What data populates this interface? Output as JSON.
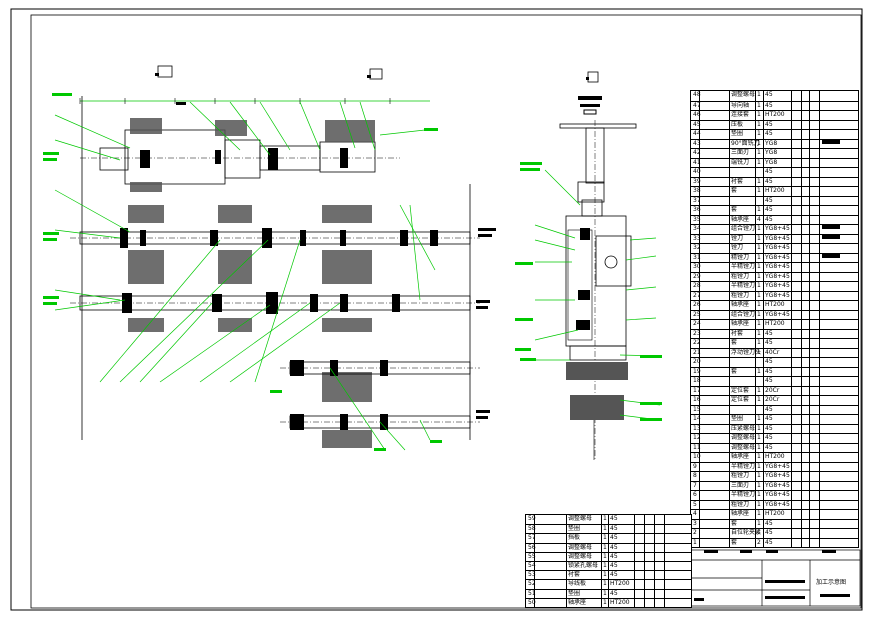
{
  "drawing": {
    "title_block_text": "加工示意图",
    "colors": {
      "line": "#000000",
      "leader": "#00c800",
      "label": "#00c800",
      "hatch": "#555555",
      "fill_dark": "#000000"
    }
  },
  "bom_right": [
    {
      "no": "48",
      "name": "调整螺母",
      "qty": "1",
      "mat": "45"
    },
    {
      "no": "47",
      "name": "导向轴",
      "qty": "1",
      "mat": "45"
    },
    {
      "no": "46",
      "name": "连接套",
      "qty": "1",
      "mat": "HT200"
    },
    {
      "no": "45",
      "name": "压板",
      "qty": "1",
      "mat": "45"
    },
    {
      "no": "44",
      "name": "垫圈",
      "qty": "1",
      "mat": "45"
    },
    {
      "no": "43",
      "name": "90°面铣刀",
      "qty": "1",
      "mat": "YG8"
    },
    {
      "no": "42",
      "name": "三面刃",
      "qty": "1",
      "mat": "YG8"
    },
    {
      "no": "41",
      "name": "端铣刀",
      "qty": "1",
      "mat": "YG8"
    },
    {
      "no": "40",
      "name": "",
      "qty": "",
      "mat": "45"
    },
    {
      "no": "39",
      "name": "衬套",
      "qty": "1",
      "mat": "45"
    },
    {
      "no": "38",
      "name": "套",
      "qty": "1",
      "mat": "HT200"
    },
    {
      "no": "37",
      "name": "",
      "qty": "",
      "mat": "45"
    },
    {
      "no": "36",
      "name": "套",
      "qty": "1",
      "mat": "45"
    },
    {
      "no": "35",
      "name": "轴承座",
      "qty": "4",
      "mat": "45"
    },
    {
      "no": "34",
      "name": "组合镗刀",
      "qty": "1",
      "mat": "YG8+45"
    },
    {
      "no": "33",
      "name": "镗刀",
      "qty": "1",
      "mat": "YG8+45"
    },
    {
      "no": "32",
      "name": "镗刀",
      "qty": "1",
      "mat": "YG8+45"
    },
    {
      "no": "31",
      "name": "精镗刀",
      "qty": "1",
      "mat": "YG8+45"
    },
    {
      "no": "30",
      "name": "半精镗刀",
      "qty": "1",
      "mat": "YG8+45"
    },
    {
      "no": "29",
      "name": "粗镗刀",
      "qty": "1",
      "mat": "YG8+45"
    },
    {
      "no": "28",
      "name": "半精镗刀",
      "qty": "1",
      "mat": "YG8+45"
    },
    {
      "no": "27",
      "name": "粗镗刀",
      "qty": "1",
      "mat": "YG8+45"
    },
    {
      "no": "26",
      "name": "轴承座",
      "qty": "1",
      "mat": "HT200"
    },
    {
      "no": "25",
      "name": "组合镗刀",
      "qty": "1",
      "mat": "YG8+45"
    },
    {
      "no": "24",
      "name": "轴承座",
      "qty": "1",
      "mat": "HT200"
    },
    {
      "no": "23",
      "name": "衬套",
      "qty": "1",
      "mat": "45"
    },
    {
      "no": "22",
      "name": "套",
      "qty": "1",
      "mat": "45"
    },
    {
      "no": "21",
      "name": "浮动镗刀头",
      "qty": "1",
      "mat": "40Cr"
    },
    {
      "no": "20",
      "name": "",
      "qty": "",
      "mat": "45"
    },
    {
      "no": "19",
      "name": "套",
      "qty": "1",
      "mat": "45"
    },
    {
      "no": "18",
      "name": "",
      "qty": "",
      "mat": "45"
    },
    {
      "no": "17",
      "name": "定位套",
      "qty": "1",
      "mat": "20Cr"
    },
    {
      "no": "16",
      "name": "定位套",
      "qty": "1",
      "mat": "20Cr"
    },
    {
      "no": "15",
      "name": "",
      "qty": "",
      "mat": "45"
    },
    {
      "no": "14",
      "name": "垫圈",
      "qty": "1",
      "mat": "45"
    },
    {
      "no": "13",
      "name": "压紧螺母",
      "qty": "1",
      "mat": "45"
    },
    {
      "no": "12",
      "name": "调整螺母",
      "qty": "1",
      "mat": "45"
    },
    {
      "no": "11",
      "name": "调整螺母",
      "qty": "1",
      "mat": "45"
    },
    {
      "no": "10",
      "name": "轴承座",
      "qty": "1",
      "mat": "HT200"
    },
    {
      "no": "9",
      "name": "半精镗刀",
      "qty": "1",
      "mat": "YG8+45"
    },
    {
      "no": "8",
      "name": "粗镗刀",
      "qty": "1",
      "mat": "YG8+45"
    },
    {
      "no": "7",
      "name": "三面刃",
      "qty": "1",
      "mat": "YG8+45"
    },
    {
      "no": "6",
      "name": "半精镗刀",
      "qty": "1",
      "mat": "YG8+45"
    },
    {
      "no": "5",
      "name": "粗镗刀",
      "qty": "1",
      "mat": "YG8+45"
    },
    {
      "no": "4",
      "name": "轴承座",
      "qty": "1",
      "mat": "HT200"
    },
    {
      "no": "3",
      "name": "套",
      "qty": "1",
      "mat": "45"
    },
    {
      "no": "2",
      "name": "自位轮夹紧",
      "qty": "1",
      "mat": "45"
    },
    {
      "no": "1",
      "name": "套",
      "qty": "2",
      "mat": "45"
    }
  ],
  "bom_bottom": [
    {
      "no": "59",
      "name": "调整螺母",
      "qty": "1",
      "mat": "45"
    },
    {
      "no": "58",
      "name": "垫圈",
      "qty": "1",
      "mat": "45"
    },
    {
      "no": "57",
      "name": "挡板",
      "qty": "1",
      "mat": "45"
    },
    {
      "no": "56",
      "name": "调整螺母",
      "qty": "1",
      "mat": "45"
    },
    {
      "no": "55",
      "name": "调整螺母",
      "qty": "1",
      "mat": "45"
    },
    {
      "no": "54",
      "name": "锁紧孔螺母",
      "qty": "1",
      "mat": "45"
    },
    {
      "no": "53",
      "name": "衬套",
      "qty": "1",
      "mat": "45"
    },
    {
      "no": "52",
      "name": "导线板",
      "qty": "1",
      "mat": "HT200"
    },
    {
      "no": "51",
      "name": "垫圈",
      "qty": "1",
      "mat": "45"
    },
    {
      "no": "50",
      "name": "轴承座",
      "qty": "1",
      "mat": "HT200"
    }
  ],
  "right_side_notes": [
    {
      "row": 5,
      "text": "YG8+45"
    },
    {
      "row": 14,
      "text": "YG8+45"
    },
    {
      "row": 15,
      "text": ""
    },
    {
      "row": 17,
      "text": ""
    }
  ]
}
